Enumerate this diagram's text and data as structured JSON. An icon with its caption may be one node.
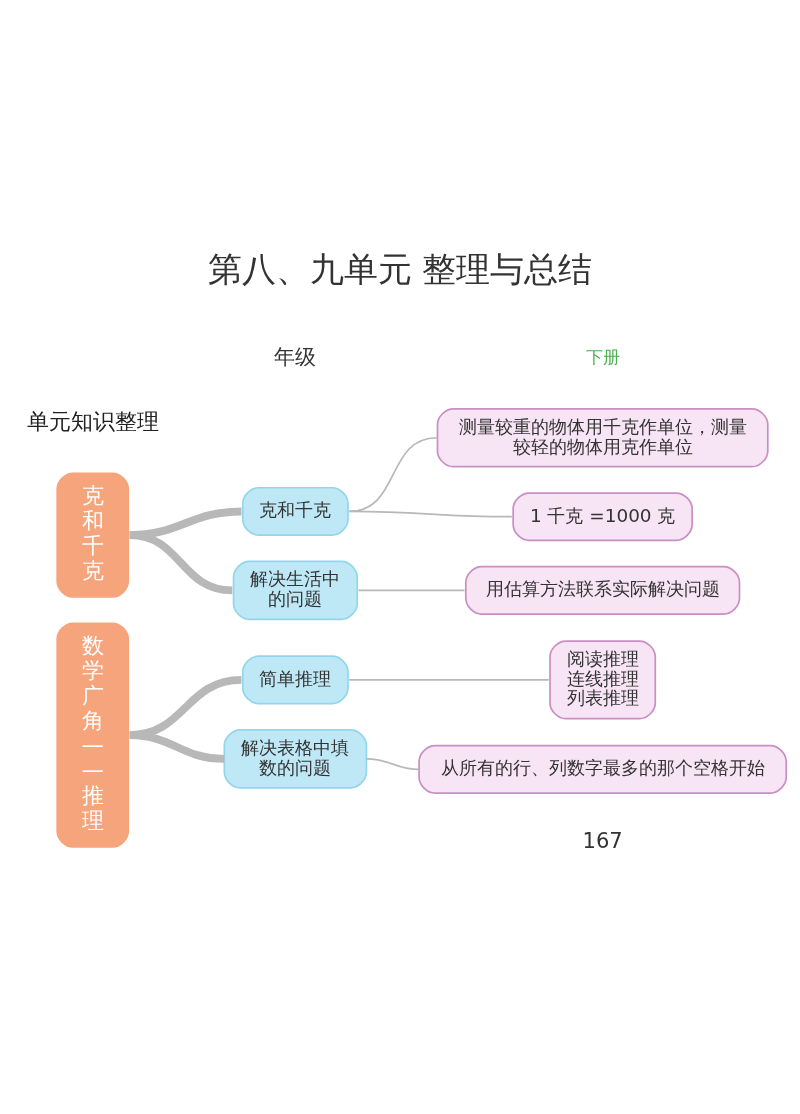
{
  "diagram": {
    "title": "第八、九单元 整理与总结",
    "nodes": [
      {
        "text": [
          "克和千克"
        ]
      },
      {
        "text": [
          "克和千克"
        ]
      },
      {
        "text": [
          "测量较重的物体用千克作单位，测量较轻的物体用克作单位"
        ]
      },
      {
        "text": [
          "1 千克 =1000 克"
        ]
      },
      {
        "text": [
          "解决生活中的问题"
        ]
      },
      {
        "text": [
          "用估算方法联系实际解决问题"
        ]
      },
      {
        "text": [
          "数学广角——推理"
        ]
      },
      {
        "text": [
          "简单推理"
        ]
      },
      {
        "text": [
          "阅读推理",
          "连线推理",
          "列表推理"
        ]
      },
      {
        "text": [
          "解决表格中填数的问题"
        ]
      },
      {
        "text": [
          "从所有的行、列数字最多的那个空格开始"
        ]
      }
    ],
    "edges": [
      {
        "from": 0,
        "to": 1,
        "arrow": "none",
        "style": "thick"
      },
      {
        "from": 0,
        "to": 4,
        "arrow": "none",
        "style": "thick"
      },
      {
        "from": 1,
        "to": 2,
        "arrow": "none"
      },
      {
        "from": 1,
        "to": 3,
        "arrow": "none"
      },
      {
        "from": 4,
        "to": 5,
        "arrow": "none"
      },
      {
        "from": 6,
        "to": 7,
        "arrow": "none",
        "style": "thick"
      },
      {
        "from": 6,
        "to": 9,
        "arrow": "none",
        "style": "thick"
      },
      {
        "from": 7,
        "to": 8,
        "arrow": "none"
      },
      {
        "from": 9,
        "to": 10,
        "arrow": "none"
      }
    ],
    "labels": [
      "年级",
      "下册",
      "单元知识整理",
      "167"
    ]
  }
}
